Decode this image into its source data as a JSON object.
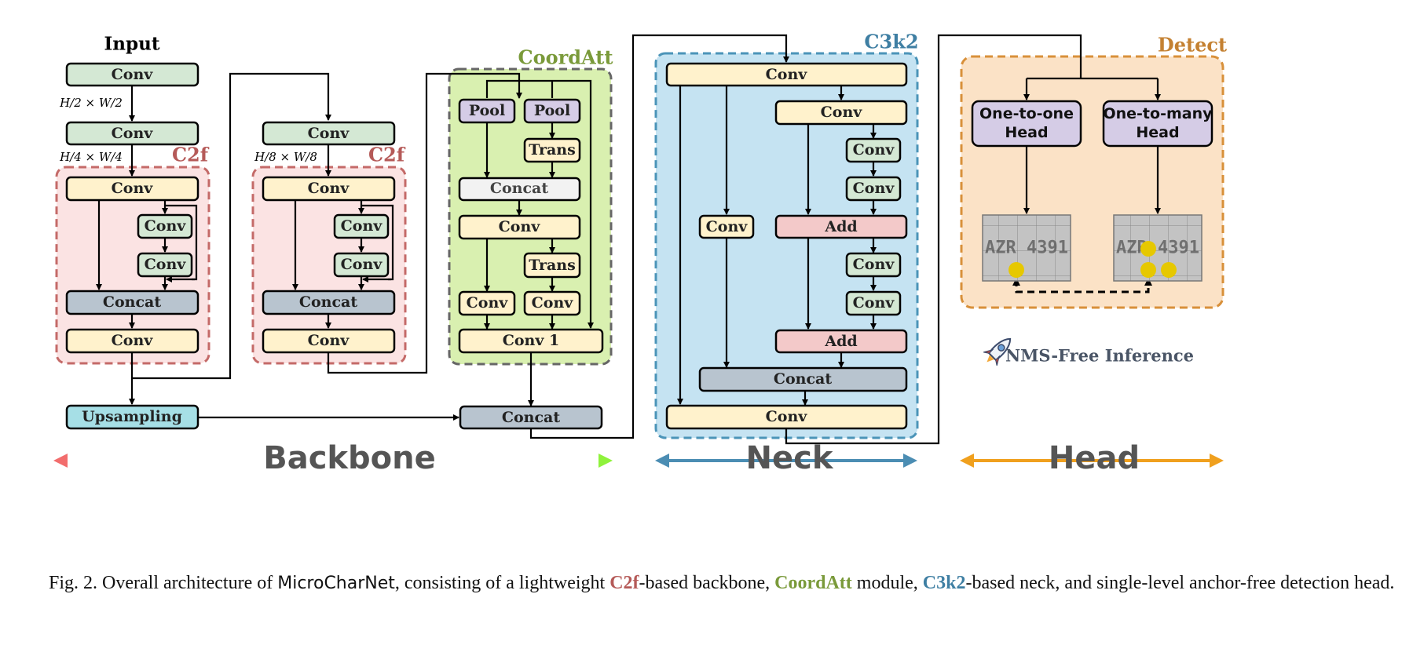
{
  "colors": {
    "conv_green": "#d4e8d4",
    "conv_yellow": "#fff2cc",
    "concat_gray": "#b8c4cf",
    "pool_purple": "#d5cce6",
    "add_pink": "#f3c9c9",
    "upsample_cyan": "#a6dfe6",
    "c2f_region": "#fbe3e3",
    "c2f_border": "#c46a68",
    "coordatt_region": "#d9f0b0",
    "coordatt_border": "#666666",
    "c3k2_region": "#c5e3f2",
    "c3k2_border": "#4b94b8",
    "detect_region": "#fbe2c6",
    "detect_border": "#d8903a",
    "detection_dot": "#e6c800"
  },
  "labels": {
    "input": "Input",
    "conv": "Conv",
    "concat": "Concat",
    "pool": "Pool",
    "trans": "Trans",
    "add": "Add",
    "conv1": "Conv 1",
    "upsampling": "Upsampling",
    "c2f": "C2f",
    "coordatt": "CoordAtt",
    "c3k2": "C3k2",
    "detect": "Detect",
    "head_one_line1": "One-to-one",
    "head_one_line2": "Head",
    "head_many_line1": "One-to-many",
    "head_many_line2": "Head",
    "nms_free": "NMS-Free Inference",
    "res_h2": "H/2 × W/2",
    "res_h4": "H/4 × W/4",
    "res_h8": "H/8 × W/8",
    "plate_text": "AZR 4391"
  },
  "sections": {
    "backbone": "Backbone",
    "neck": "Neck",
    "head": "Head"
  },
  "icons": {
    "rocket": "rocket-icon"
  },
  "caption": {
    "prefix": "Fig. 2.  Overall architecture of ",
    "model": "MicroCharNet",
    "p1": ", consisting of a lightweight ",
    "c2f": "C2f",
    "p2": "-based backbone, ",
    "coordatt": "CoordAtt",
    "p3": " module, ",
    "c3k2": "C3k2",
    "p4": "-based neck, and single-level anchor-free detection head."
  }
}
